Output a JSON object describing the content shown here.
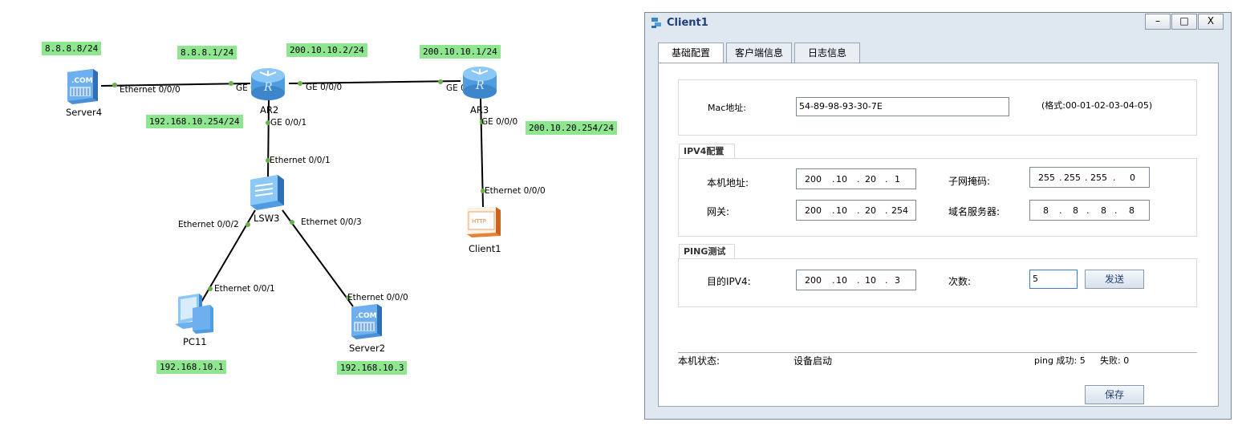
{
  "topology": {
    "ip_labels": {
      "server4": "8.8.8.8/24",
      "ar2_ge002": "8.8.8.1/24",
      "ar2_ge000": "200.10.10.2/24",
      "ar3_ge001": "200.10.10.1/24",
      "ar2_ge001": "192.168.10.254/24",
      "ar3_ge000": "200.10.20.254/24",
      "pc11": "192.168.10.1",
      "server2": "192.168.10.3"
    },
    "ports": {
      "server4_eth000": "Ethernet 0/0/0",
      "ar2_ge002": "GE 0/0/2",
      "ar2_ge000": "GE 0/0/0",
      "ar3_ge001": "GE 0/0/1",
      "ar2_ge001": "GE 0/0/1",
      "ar3_ge000": "GE 0/0/0",
      "lsw3_eth001": "Ethernet 0/0/1",
      "client1_eth000": "Ethernet 0/0/0",
      "lsw3_eth002": "Ethernet 0/0/2",
      "lsw3_eth003": "Ethernet 0/0/3",
      "pc11_eth001": "Ethernet 0/0/1",
      "server2_eth000": "Ethernet 0/0/0"
    },
    "devices": {
      "server4": "Server4",
      "ar2": "AR2",
      "ar3": "AR3",
      "lsw3": "LSW3",
      "client1": "Client1",
      "pc11": "PC11",
      "server2": "Server2"
    },
    "icon_text": {
      "com": ".COM",
      "http": "HTTP"
    }
  },
  "window": {
    "title": "Client1",
    "controls": {
      "minimize": "–",
      "maximize": "□",
      "close": "X"
    },
    "tabs": [
      "基础配置",
      "客户端信息",
      "日志信息"
    ],
    "mac": {
      "label": "Mac地址:",
      "value": "54-89-98-93-30-7E",
      "format_hint": "(格式:00-01-02-03-04-05)"
    },
    "ipv4": {
      "section_title": "IPV4配置",
      "host_label": "本机地址:",
      "host": [
        "200",
        "10",
        "20",
        "1"
      ],
      "mask_label": "子网掩码:",
      "mask": [
        "255",
        "255",
        "255",
        "0"
      ],
      "gateway_label": "网关:",
      "gateway": [
        "200",
        "10",
        "20",
        "254"
      ],
      "dns_label": "域名服务器:",
      "dns": [
        "8",
        "8",
        "8",
        "8"
      ]
    },
    "ping": {
      "section_title": "PING测试",
      "dest_label": "目的IPV4:",
      "dest": [
        "200",
        "10",
        "10",
        "3"
      ],
      "count_label": "次数:",
      "count": "5",
      "send_label": "发送"
    },
    "status": {
      "label": "本机状态:",
      "value": "设备启动",
      "ping_success": "ping 成功: 5",
      "ping_fail": "失败: 0"
    },
    "save_label": "保存"
  },
  "colors": {
    "ip_label_bg": "#8ee68e",
    "link": "#000000",
    "port_dot": "#6ab04c",
    "title_text": "#1b3f7a"
  }
}
